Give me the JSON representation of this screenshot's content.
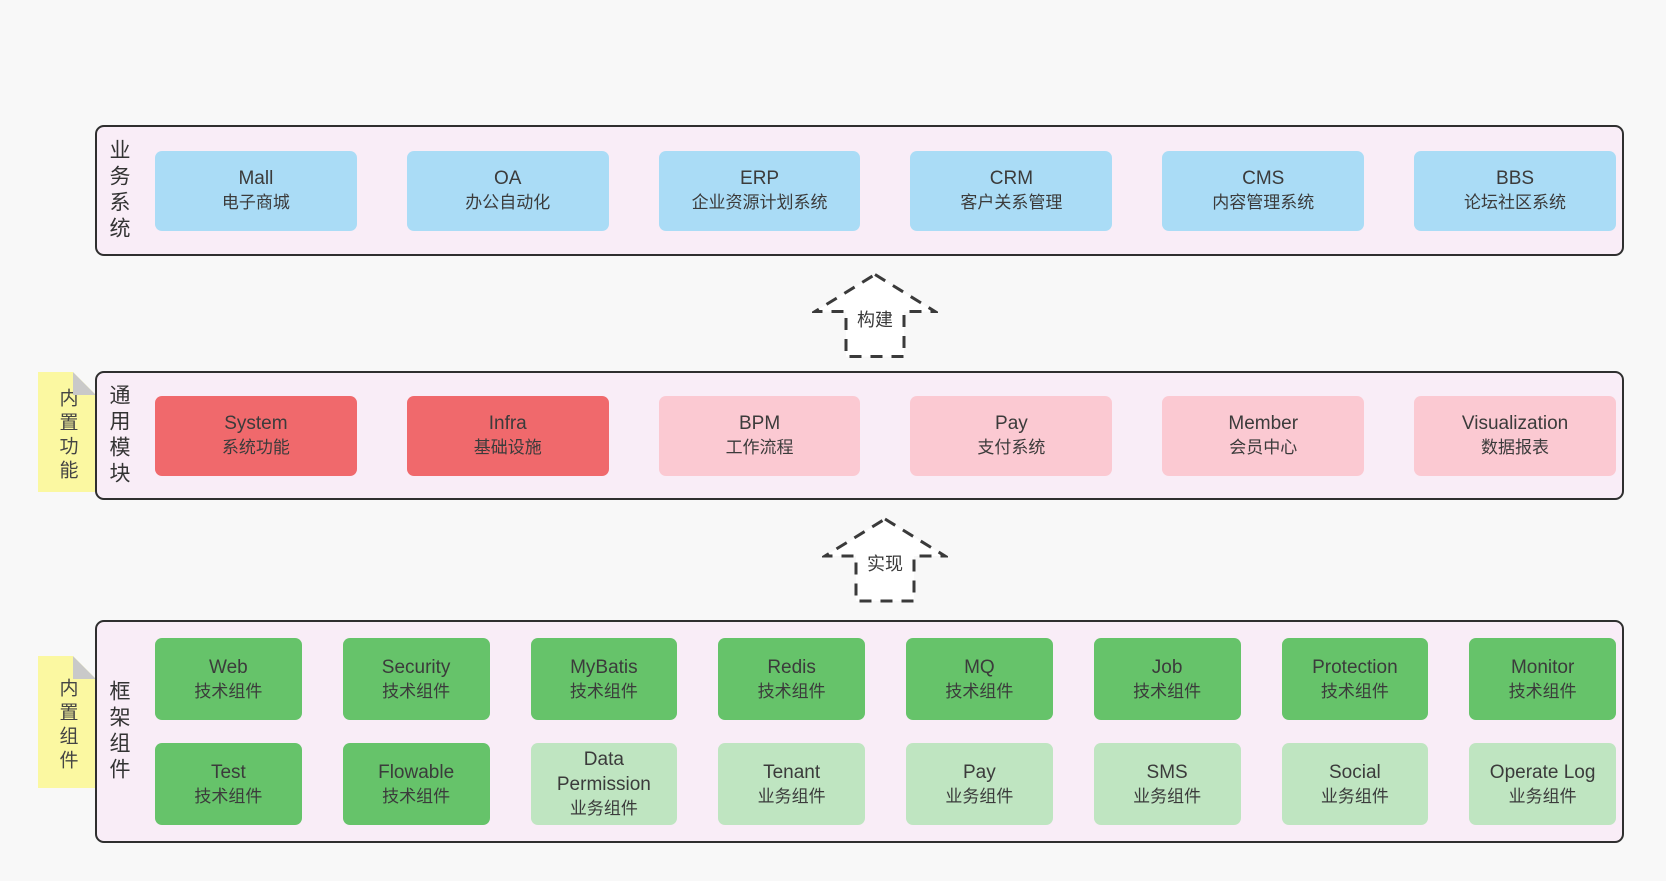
{
  "colors": {
    "page_bg": "#f8f8f8",
    "panel_bg": "#f9edf7",
    "panel_border": "#2f2f2f",
    "blue": "#aadcf6",
    "red": "#f0696c",
    "pink": "#fbc9d2",
    "green": "#66c36a",
    "lightgreen": "#bfe5c1",
    "sticky": "#fbf8a1",
    "fold": "#c9c9c9",
    "text": "#3b3b3b"
  },
  "business": {
    "side_label": "业务系统",
    "boxes": [
      {
        "title": "Mall",
        "subtitle": "电子商城"
      },
      {
        "title": "OA",
        "subtitle": "办公自动化"
      },
      {
        "title": "ERP",
        "subtitle": "企业资源计划系统"
      },
      {
        "title": "CRM",
        "subtitle": "客户关系管理"
      },
      {
        "title": "CMS",
        "subtitle": "内容管理系统"
      },
      {
        "title": "BBS",
        "subtitle": "论坛社区系统"
      }
    ]
  },
  "arrows": {
    "build": {
      "label": "构建"
    },
    "implement": {
      "label": "实现"
    }
  },
  "modules": {
    "side_label": "通用模块",
    "sticky_label": "内置功能",
    "boxes": [
      {
        "title": "System",
        "subtitle": "系统功能"
      },
      {
        "title": "Infra",
        "subtitle": "基础设施"
      },
      {
        "title": "BPM",
        "subtitle": "工作流程"
      },
      {
        "title": "Pay",
        "subtitle": "支付系统"
      },
      {
        "title": "Member",
        "subtitle": "会员中心"
      },
      {
        "title": "Visualization",
        "subtitle": "数据报表"
      }
    ]
  },
  "components": {
    "side_label": "框架组件",
    "sticky_label": "内置组件",
    "row1": [
      {
        "title": "Web",
        "subtitle": "技术组件"
      },
      {
        "title": "Security",
        "subtitle": "技术组件"
      },
      {
        "title": "MyBatis",
        "subtitle": "技术组件"
      },
      {
        "title": "Redis",
        "subtitle": "技术组件"
      },
      {
        "title": "MQ",
        "subtitle": "技术组件"
      },
      {
        "title": "Job",
        "subtitle": "技术组件"
      },
      {
        "title": "Protection",
        "subtitle": "技术组件"
      },
      {
        "title": "Monitor",
        "subtitle": "技术组件"
      }
    ],
    "row2": [
      {
        "title": "Test",
        "subtitle": "技术组件"
      },
      {
        "title": "Flowable",
        "subtitle": "技术组件"
      },
      {
        "title": "Data Permission",
        "subtitle": "业务组件"
      },
      {
        "title": "Tenant",
        "subtitle": "业务组件"
      },
      {
        "title": "Pay",
        "subtitle": "业务组件"
      },
      {
        "title": "SMS",
        "subtitle": "业务组件"
      },
      {
        "title": "Social",
        "subtitle": "业务组件"
      },
      {
        "title": "Operate Log",
        "subtitle": "业务组件"
      }
    ]
  }
}
